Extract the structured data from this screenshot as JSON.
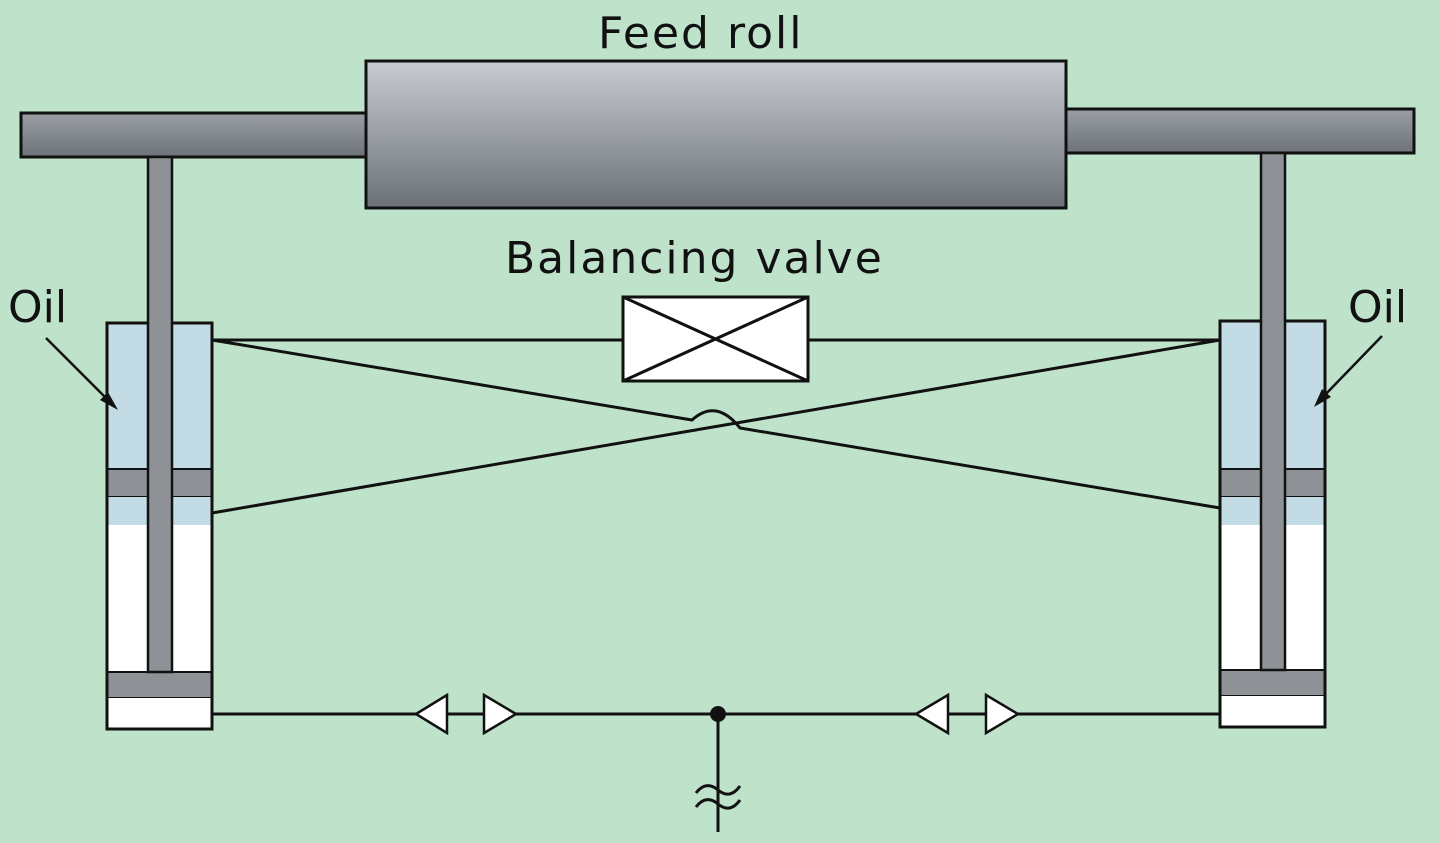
{
  "labels": {
    "feed_roll": "Feed roll",
    "balancing_valve": "Balancing valve",
    "oil_left": "Oil",
    "oil_right": "Oil"
  },
  "colors": {
    "background": "#bfe2cb",
    "oil": "#c3dbe4",
    "steel": "#8e9196",
    "roll_light": "#c6cad0",
    "roll_dark": "#6f747b",
    "line": "#111111",
    "chamber_empty": "#ffffff"
  }
}
